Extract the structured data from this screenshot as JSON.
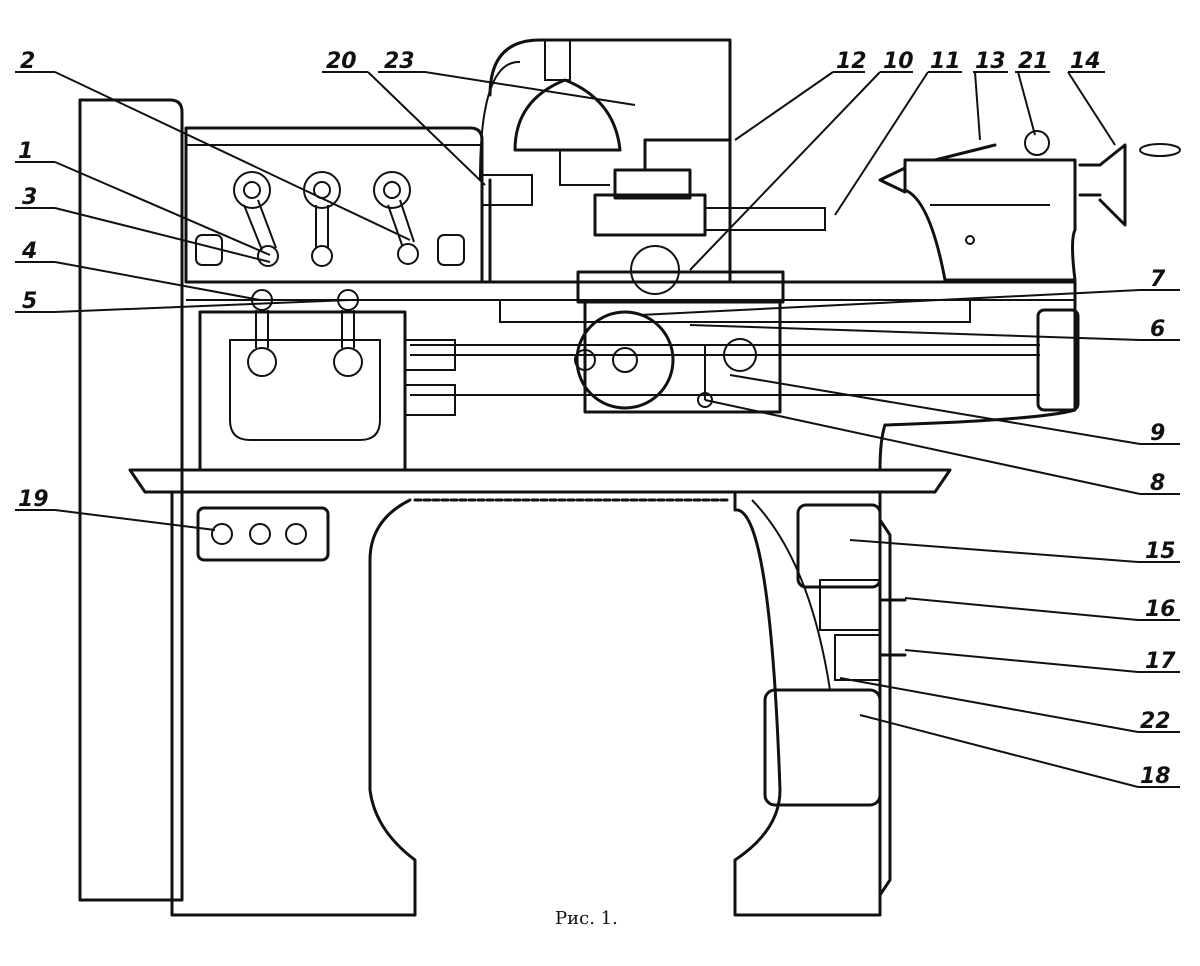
{
  "figure": {
    "caption": "Рис. 1.",
    "callouts": [
      "1",
      "2",
      "3",
      "4",
      "5",
      "6",
      "7",
      "8",
      "9",
      "10",
      "11",
      "12",
      "13",
      "14",
      "15",
      "16",
      "17",
      "18",
      "19",
      "20",
      "21",
      "22",
      "23"
    ]
  }
}
